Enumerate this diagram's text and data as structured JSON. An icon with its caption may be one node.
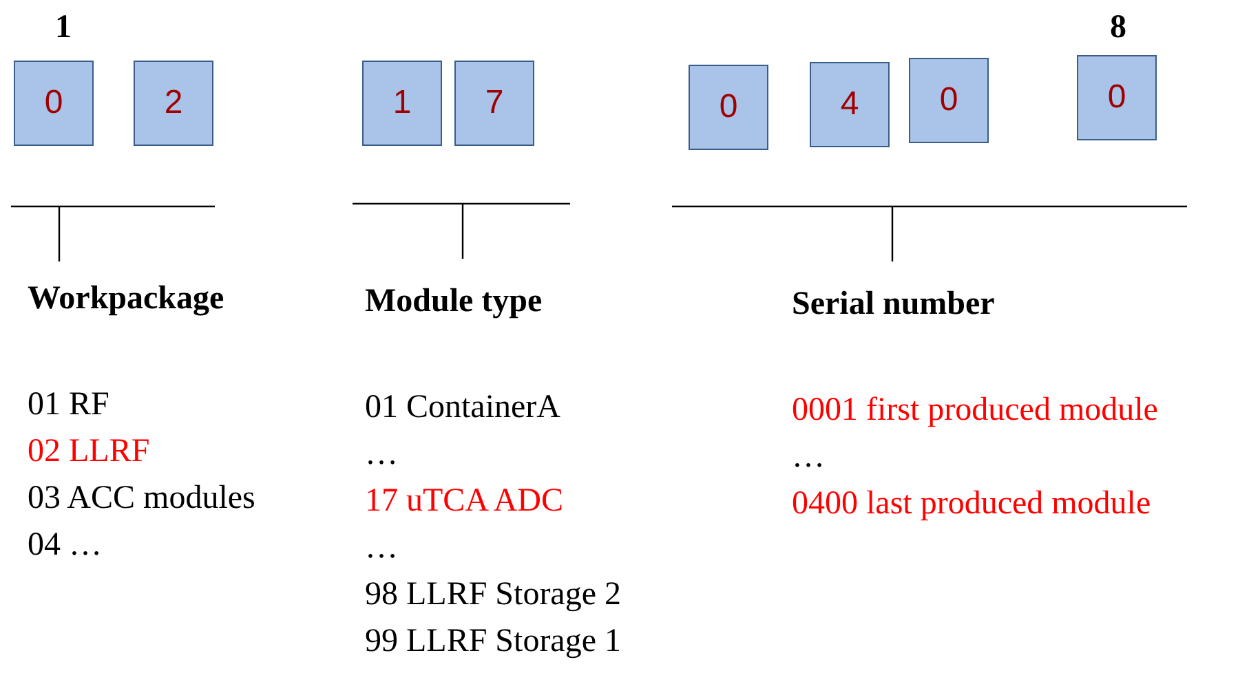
{
  "diagram": {
    "nodes": [
      {
        "text": [
          "0"
        ]
      },
      {
        "text": [
          "2"
        ]
      },
      {
        "text": [
          "1"
        ]
      },
      {
        "text": [
          "7"
        ]
      },
      {
        "text": [
          "0"
        ]
      },
      {
        "text": [
          "4"
        ]
      },
      {
        "text": [
          "0"
        ]
      },
      {
        "text": [
          "0"
        ]
      }
    ],
    "edges": [],
    "labels": [
      "1",
      "8",
      "Workpackage",
      "Module type",
      "Serial number",
      "01 RF",
      "02 LLRF",
      "03 ACC modules",
      "04 …",
      "01 ContainerA",
      "…",
      "17 uTCA ADC",
      "…",
      "98 LLRF Storage 2",
      "99 LLRF Storage 1",
      "0001 first produced module",
      "…",
      "0400 last produced module"
    ]
  }
}
